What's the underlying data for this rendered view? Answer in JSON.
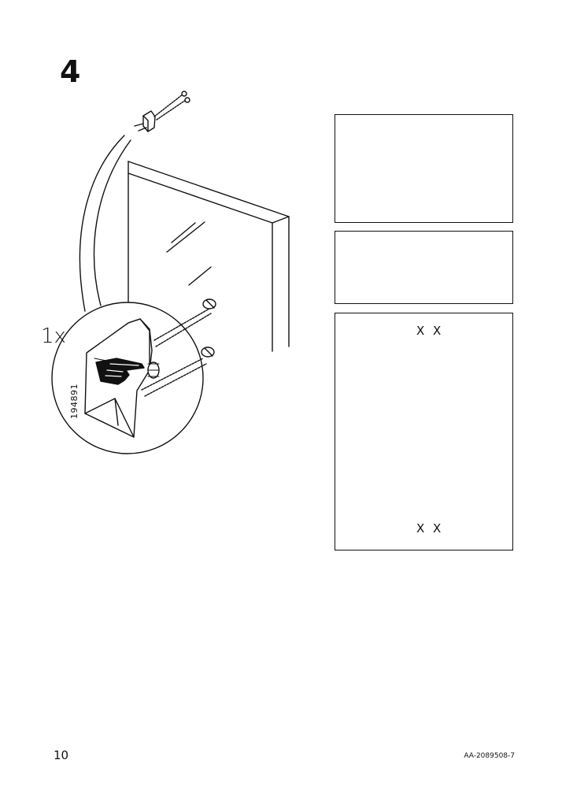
{
  "step": {
    "number": "4"
  },
  "detail": {
    "quantity": "1x",
    "part_number": "194891"
  },
  "info_panel": {
    "x_labels": [
      "X",
      "X",
      "X",
      "X"
    ]
  },
  "footer": {
    "page_number": "10",
    "doc_code": "AA-2089508-7"
  },
  "icons": [
    "mirror-illustration",
    "bracket-clip-icon",
    "screw-icon",
    "hand-pointing-icon",
    "info-icon",
    "cross-mark-icon"
  ],
  "colors": {
    "line": "#111111",
    "fill": "#ffffff",
    "shade": "#cfcfcf"
  }
}
